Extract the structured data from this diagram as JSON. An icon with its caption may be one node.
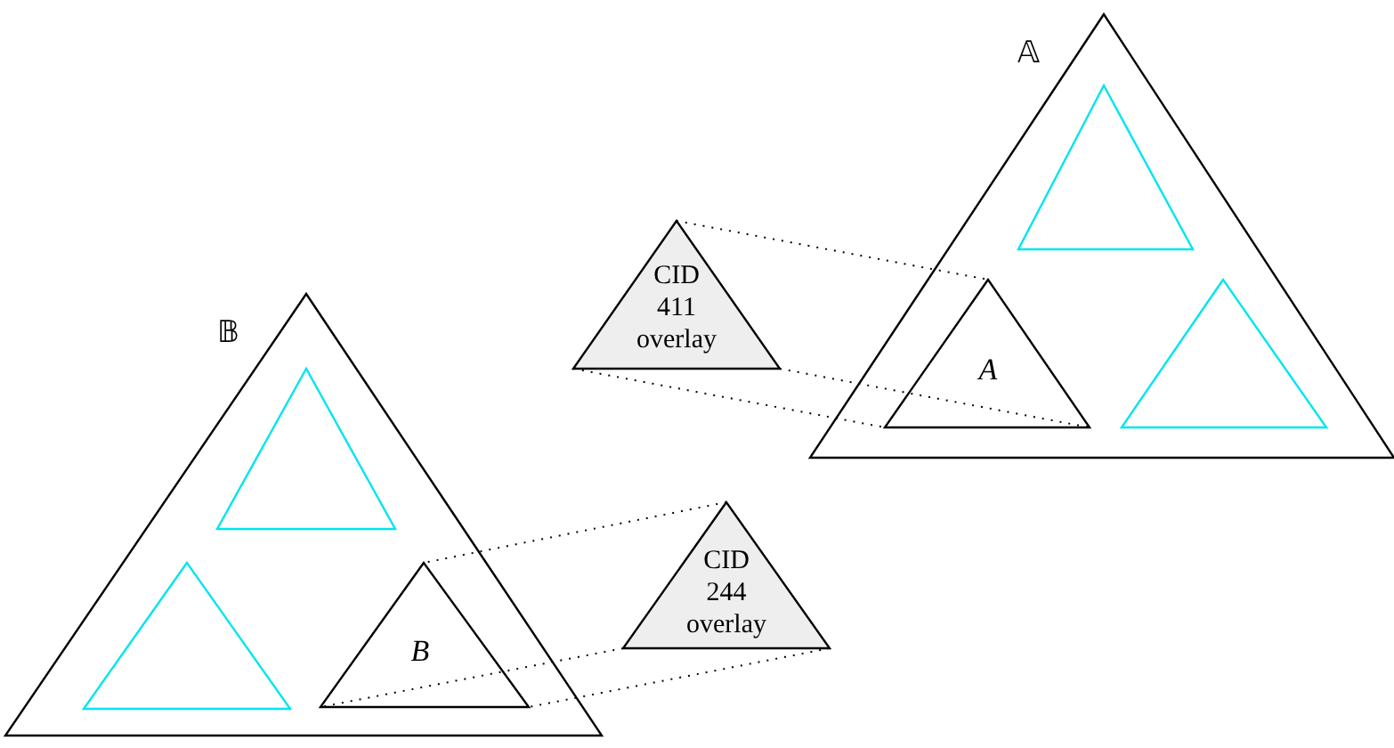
{
  "diagram": {
    "nodes": [
      {
        "text": [
          "𝔸"
        ]
      },
      {
        "text": [],
        "shape": "triangle",
        "in": 0
      },
      {
        "text": [
          "A"
        ],
        "in": 0
      },
      {
        "text": [],
        "shape": "triangle",
        "in": 0
      },
      {
        "text": [
          "CID 411 overlay"
        ]
      },
      {
        "text": [
          "𝔹"
        ]
      },
      {
        "text": [],
        "shape": "triangle",
        "in": 5
      },
      {
        "text": [],
        "shape": "triangle",
        "in": 5
      },
      {
        "text": [
          "B"
        ],
        "in": 5
      },
      {
        "text": [
          "CID 244 overlay"
        ]
      }
    ],
    "edges": [
      {
        "from": 4,
        "to": 2,
        "arrow": "none"
      },
      {
        "from": 4,
        "to": 2,
        "arrow": "none"
      },
      {
        "from": 4,
        "to": 2,
        "arrow": "none"
      },
      {
        "from": 9,
        "to": 8,
        "arrow": "none"
      },
      {
        "from": 9,
        "to": 8,
        "arrow": "none"
      },
      {
        "from": 9,
        "to": 8,
        "arrow": "none"
      }
    ]
  }
}
